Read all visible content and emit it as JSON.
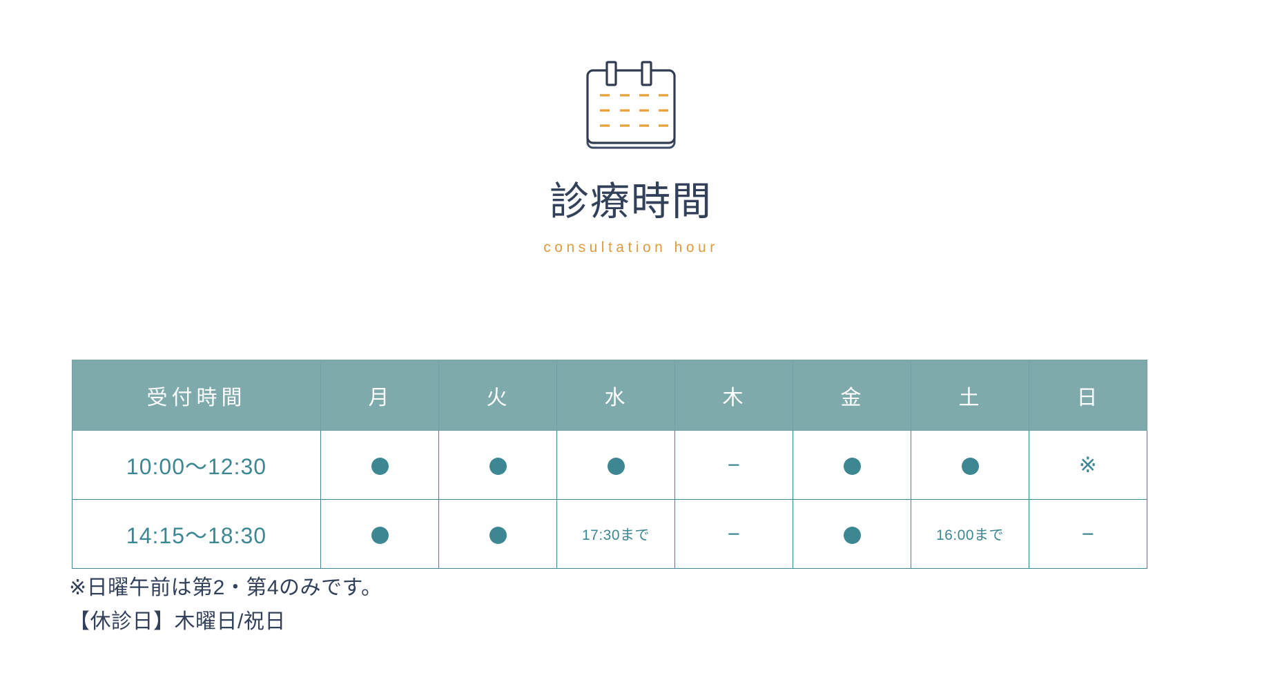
{
  "header": {
    "icon_name": "calendar-icon",
    "title": "診療時間",
    "subtitle": "consultation hour"
  },
  "colors": {
    "title_navy": "#33405a",
    "subtitle_orange": "#e09a3e",
    "header_teal": "#7faaac",
    "border_teal": "#3f8694",
    "body_teal": "#3d8793",
    "icon_dash_orange": "#e8a33d"
  },
  "schedule_table": {
    "columns": [
      "受付時間",
      "月",
      "火",
      "水",
      "木",
      "金",
      "土",
      "日"
    ],
    "rows": [
      {
        "time": "10:00〜12:30",
        "cells": [
          {
            "type": "dot",
            "text": "●"
          },
          {
            "type": "dot",
            "text": "●"
          },
          {
            "type": "dot",
            "text": "●"
          },
          {
            "type": "dash",
            "text": "−"
          },
          {
            "type": "dot",
            "text": "●"
          },
          {
            "type": "dot",
            "text": "●"
          },
          {
            "type": "asterisk",
            "text": "※"
          }
        ]
      },
      {
        "time": "14:15〜18:30",
        "cells": [
          {
            "type": "dot",
            "text": "●"
          },
          {
            "type": "dot",
            "text": "●"
          },
          {
            "type": "note",
            "text": "17:30まで"
          },
          {
            "type": "dash",
            "text": "−"
          },
          {
            "type": "dot",
            "text": "●"
          },
          {
            "type": "note",
            "text": "16:00まで"
          },
          {
            "type": "dash",
            "text": "−"
          }
        ]
      }
    ]
  },
  "notes": [
    "※日曜午前は第2・第4のみです。",
    "【休診日】木曜日/祝日"
  ]
}
